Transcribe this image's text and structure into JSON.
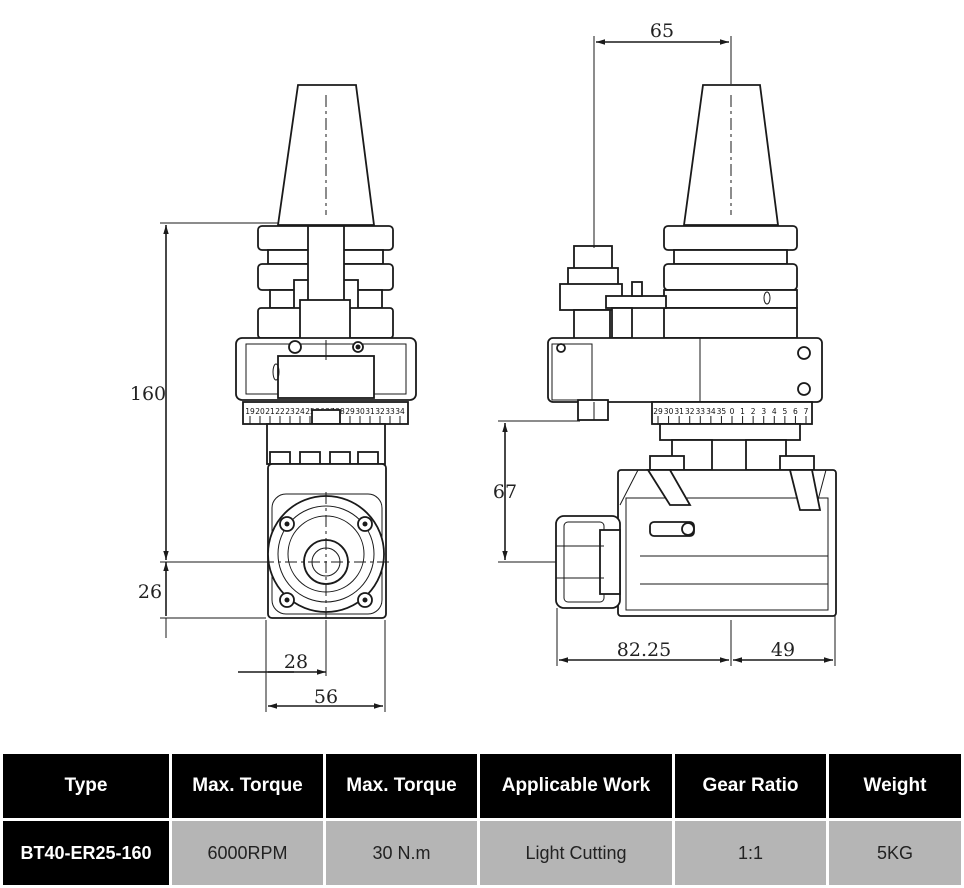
{
  "drawing": {
    "dimensions": {
      "d65": "65",
      "d160": "160",
      "d26": "26",
      "d28": "28",
      "d56": "56",
      "d67": "67",
      "d8225": "82.25",
      "d49": "49"
    },
    "left_scale_ticks": [
      "19",
      "20",
      "21",
      "22",
      "23",
      "24",
      "25",
      "26",
      "27",
      "28",
      "29",
      "30",
      "31",
      "32",
      "33",
      "34"
    ],
    "right_scale_ticks": [
      "29",
      "30",
      "31",
      "32",
      "33",
      "34",
      "35",
      "0",
      "1",
      "2",
      "3",
      "4",
      "5",
      "6",
      "7"
    ]
  },
  "table": {
    "headers": [
      "Type",
      "Max. Torque",
      "Max. Torque",
      "Applicable Work",
      "Gear Ratio",
      "Weight"
    ],
    "row": [
      "BT40-ER25-160",
      "6000RPM",
      "30 N.m",
      "Light Cutting",
      "1:1",
      "5KG"
    ]
  },
  "colors": {
    "header_bg": "#000000",
    "header_text": "#ffffff",
    "cell_bg": "#b5b5b5",
    "line": "#1a1a1a"
  }
}
